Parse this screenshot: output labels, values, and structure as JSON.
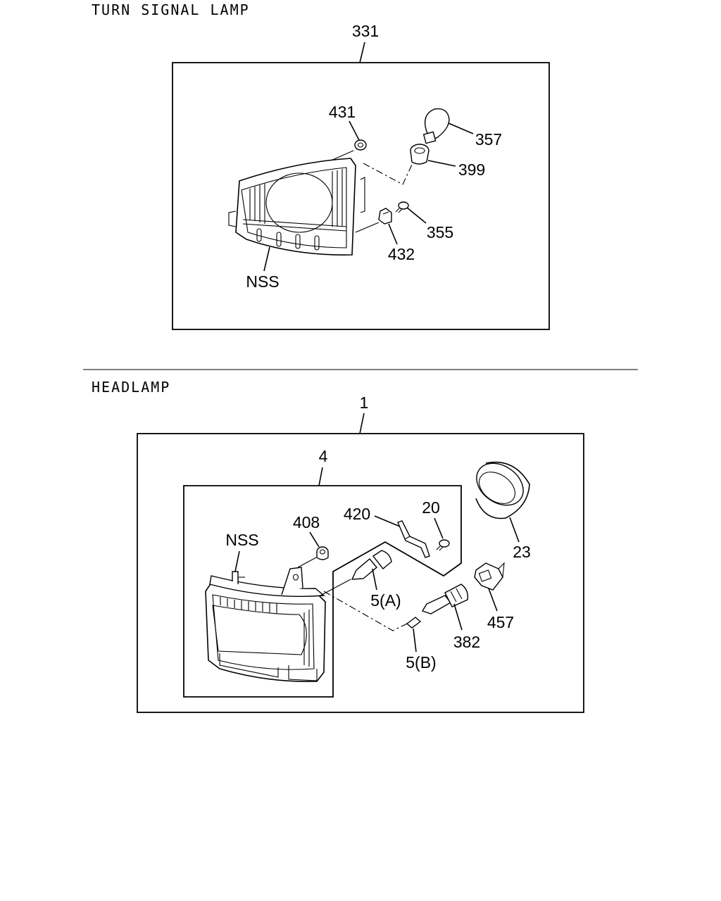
{
  "sections": {
    "turn_signal": {
      "title": "TURN SIGNAL LAMP",
      "callouts": {
        "assembly": "331",
        "c431": "431",
        "c357": "357",
        "c399": "399",
        "c355": "355",
        "c432": "432",
        "nss": "NSS"
      }
    },
    "headlamp": {
      "title": "HEADLAMP",
      "callouts": {
        "assembly": "1",
        "sub_assembly": "4",
        "c420": "420",
        "c20": "20",
        "c408": "408",
        "nss": "NSS",
        "c23": "23",
        "c5a": "5(A)",
        "c5b": "5(B)",
        "c382": "382",
        "c457": "457"
      }
    }
  }
}
